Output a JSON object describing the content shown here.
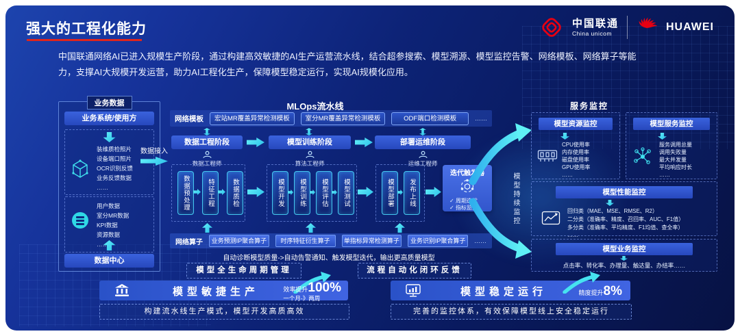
{
  "slide": {
    "title": "强大的工程化能力",
    "intro_line1": "中国联通网络AI已进入规模生产阶段，通过构建高效敏捷的AI生产运营流水线，结合超参搜索、模型溯源、模型监控告警、网络模板、网络算子等能",
    "intro_line2": "力，支撑AI大规模开发运营，助力AI工程化生产，保障模型稳定运行，实现AI规模化应用。"
  },
  "logos": {
    "unicom_cn": "中国联通",
    "unicom_en": "China unicom",
    "huawei": "HUAWEI"
  },
  "business_data": {
    "panel_title": "业务数据",
    "top_header": "业务系统/使用方",
    "group1": [
      "装维质检照片",
      "设备端口照片",
      "OCR识别反馈",
      "业务反馈数据",
      "……"
    ],
    "group2": [
      "用户数据",
      "室分MR数据",
      "KPI数据",
      "资源数据",
      "……"
    ],
    "bottom_header": "数据中心",
    "access_label": "数据接入"
  },
  "mlops": {
    "title": "MLOps流水线",
    "template_label": "网络模板",
    "templates": [
      "宏站MR覆盖异常检测模板",
      "室分MR覆盖异常检测模板",
      "ODF端口检测模板"
    ],
    "more": "……",
    "stages": [
      "数据工程阶段",
      "模型训练阶段",
      "部署运维阶段"
    ],
    "roles": [
      "数据工程师",
      "算法工程师",
      "运维工程师"
    ],
    "steps1": [
      "数据预处理",
      "特征工程",
      "数据质检"
    ],
    "steps2": [
      "模型开发",
      "模型训练",
      "模型评估",
      "模型测试"
    ],
    "steps3": [
      "模型部署",
      "发布上线"
    ],
    "trigger_title": "迭代触发器",
    "check_icon": "✓",
    "trigger_items": [
      "周期迭代",
      "指标监控"
    ],
    "operator_label": "网络算子",
    "operators": [
      "业务预测IP聚合算子",
      "时序特征衍生算子",
      "单指标异常检测算子",
      "业务识别IP聚合算子"
    ],
    "operators_more": "……",
    "auto_text": "自动诊断模型质量->自动告警通知、触发模型迭代，输出更高质量模型",
    "banner_left": "模型全生命周期管理",
    "banner_right": "流程自动化闭环反馈",
    "continuous_label": "模型持续监控"
  },
  "monitoring": {
    "title": "服务监控",
    "resource_title": "模型资源监控",
    "resource_items": [
      "CPU使用率",
      "内存使用率",
      "磁盘使用率",
      "GPU使用率",
      "……"
    ],
    "service_title": "模型服务监控",
    "service_items": [
      "服务调用总量",
      "调用失败量",
      "最大并发量",
      "平均响应时长",
      "……"
    ],
    "performance_title": "模型性能监控",
    "performance_items": [
      "回归类（MAE、MSE、RMSE、R2）",
      "二分类（准确率、精度、召回率、AUC、F1值）",
      "多分类（准确率、平均精度、F1均值、查全率）",
      "……"
    ],
    "business_title": "模型业务监控",
    "business_text": "点击率、转化率、办理量、触达量、办结率……"
  },
  "footer": {
    "left_title": "模型敏捷生产",
    "left_metric_prefix": "效率提升",
    "left_metric_value": "100%",
    "left_metric_sub": "一个月-》两周",
    "left_desc": "构建流水线生产模式，模型开发高质高效",
    "right_title": "模型稳定运行",
    "right_metric_prefix": "精度提升",
    "right_metric_value": "8%",
    "right_desc": "完善的监控体系，有效保障模型线上安全稳定运行"
  },
  "colors": {
    "accent_cyan": "#46e2f0",
    "brand_red": "#e60012",
    "bar_blue": "#2e55cf",
    "background_deep": "#081750"
  }
}
